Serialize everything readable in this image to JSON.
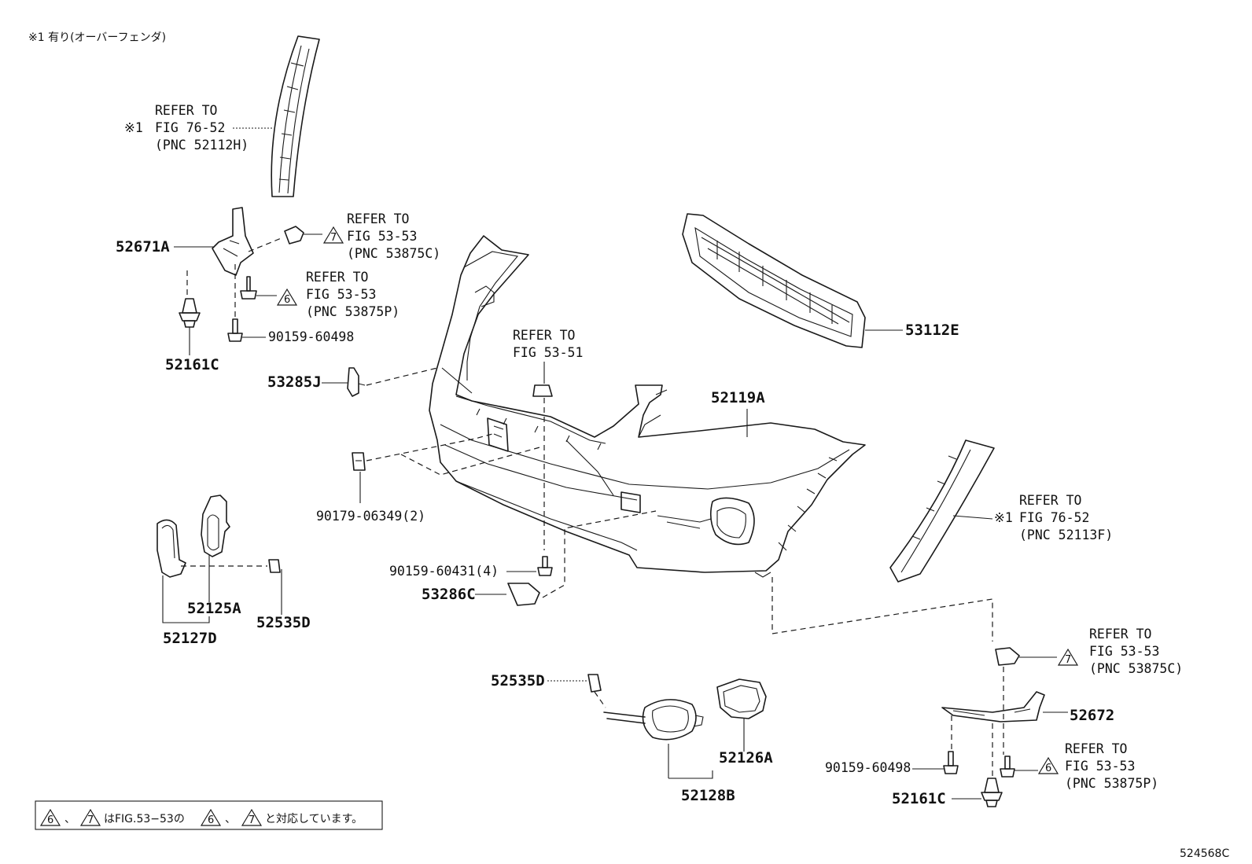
{
  "header_note": "※1 有り(オーバーフェンダ)",
  "footer_note": {
    "tri_a": "6",
    "sep1": "、",
    "tri_b": "7",
    "text1": "はFIG.53−53の",
    "tri_c": "6",
    "sep2": "、",
    "tri_d": "7",
    "text2": "と対応しています。"
  },
  "diagram_id": "524568C",
  "mark": "※1",
  "parts": {
    "p52671A": "52671A",
    "p52161C_left": "52161C",
    "p90159_60498_left": "90159-60498",
    "p53285J": "53285J",
    "p90179_06349": "90179-06349(2)",
    "p90159_60431": "90159-60431(4)",
    "p53286C": "53286C",
    "p52125A": "52125A",
    "p52535D_left": "52535D",
    "p52127D": "52127D",
    "p53112E": "53112E",
    "p52119A": "52119A",
    "p52535D_bottom": "52535D",
    "p52126A": "52126A",
    "p52128B": "52128B",
    "p52672": "52672",
    "p90159_60498_right": "90159-60498",
    "p52161C_right": "52161C"
  },
  "refs": {
    "fender_left": {
      "l1": "REFER TO",
      "l2": "FIG 76-52",
      "l3": "(PNC 52112H)"
    },
    "clip_7_left": {
      "tri": "7",
      "l1": "REFER TO",
      "l2": "FIG 53-53",
      "l3": "(PNC 53875C)"
    },
    "screw_6_left": {
      "tri": "6",
      "l1": "REFER TO",
      "l2": "FIG 53-53",
      "l3": "(PNC 53875P)"
    },
    "fig_53_51": {
      "l1": "REFER TO",
      "l2": "FIG 53-51"
    },
    "fender_right": {
      "l1": "REFER TO",
      "l2": "FIG 76-52",
      "l3": "(PNC 52113F)"
    },
    "clip_7_right": {
      "tri": "7",
      "l1": "REFER TO",
      "l2": "FIG 53-53",
      "l3": "(PNC 53875C)"
    },
    "screw_6_right": {
      "tri": "6",
      "l1": "REFER TO",
      "l2": "FIG 53-53",
      "l3": "(PNC 53875P)"
    }
  }
}
